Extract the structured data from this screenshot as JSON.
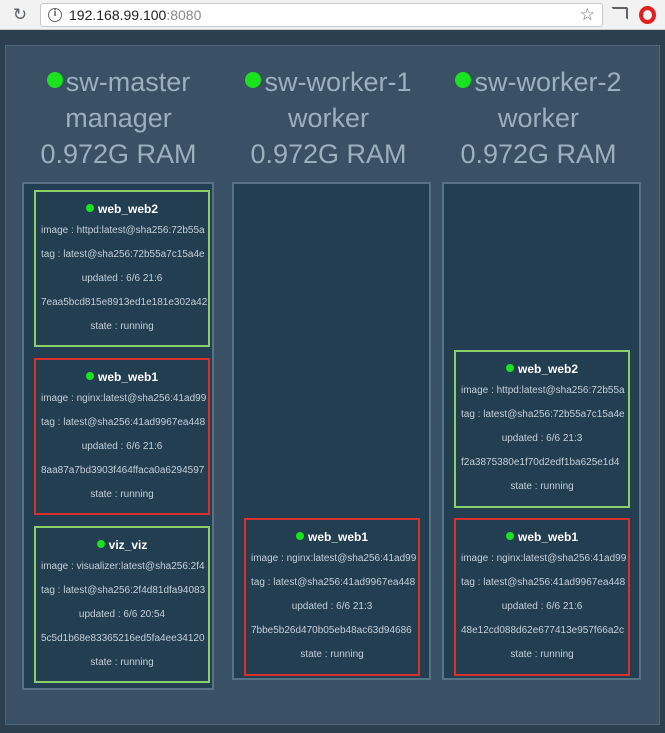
{
  "browser": {
    "url_host": "192.168.99.100",
    "url_port": ":8080",
    "info_icon": "info-icon",
    "star_icon": "star-icon",
    "cast_icon": "cast-icon",
    "opera_icon": "opera-icon"
  },
  "colors": {
    "background": "#2b3f50",
    "panel": "#3a5064",
    "node_body": "#233d51",
    "running_dot": "#19e31e",
    "service_green": "#8ad068",
    "service_red": "#d8302b"
  },
  "nodes": [
    {
      "name": "sw-master",
      "role": "manager",
      "ram": "0.972G RAM",
      "tasks": [
        {
          "name": "web_web2",
          "image": "image : httpd:latest@sha256:72b55a",
          "tag": "tag : latest@sha256:72b55a7c15a4e",
          "updated": "updated : 6/6 21:6",
          "id": "7eaa5bcd815e8913ed1e181e302a42",
          "state": "state : running",
          "color": "green"
        },
        {
          "name": "web_web1",
          "image": "image : nginx:latest@sha256:41ad99",
          "tag": "tag : latest@sha256:41ad9967ea448",
          "updated": "updated : 6/6 21:6",
          "id": "8aa87a7bd3903f464ffaca0a6294597",
          "state": "state : running",
          "color": "red"
        },
        {
          "name": "viz_viz",
          "image": "image : visualizer:latest@sha256:2f4",
          "tag": "tag : latest@sha256:2f4d81dfa94083",
          "updated": "updated : 6/6 20:54",
          "id": "5c5d1b68e83365216ed5fa4ee34120",
          "state": "state : running",
          "color": "green"
        }
      ]
    },
    {
      "name": "sw-worker-1",
      "role": "worker",
      "ram": "0.972G RAM",
      "tasks": [
        {
          "name": "web_web1",
          "image": "image : nginx:latest@sha256:41ad99",
          "tag": "tag : latest@sha256:41ad9967ea448",
          "updated": "updated : 6/6 21:3",
          "id": "7bbe5b26d470b05eb48ac63d94686",
          "state": "state : running",
          "color": "red"
        }
      ]
    },
    {
      "name": "sw-worker-2",
      "role": "worker",
      "ram": "0.972G RAM",
      "tasks": [
        {
          "name": "web_web2",
          "image": "image : httpd:latest@sha256:72b55a",
          "tag": "tag : latest@sha256:72b55a7c15a4e",
          "updated": "updated : 6/6 21:3",
          "id": "f2a3875380e1f70d2edf1ba625e1d4",
          "state": "state : running",
          "color": "green"
        },
        {
          "name": "web_web1",
          "image": "image : nginx:latest@sha256:41ad99",
          "tag": "tag : latest@sha256:41ad9967ea448",
          "updated": "updated : 6/6 21:6",
          "id": "48e12cd088d62e677413e957f66a2c",
          "state": "state : running",
          "color": "red"
        }
      ]
    }
  ]
}
